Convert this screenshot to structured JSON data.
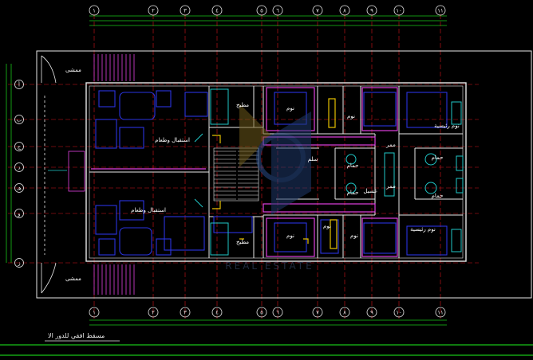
{
  "drawing": {
    "title": "مسقط افقي للدور الا",
    "watermark": "REAL ESTATE",
    "colors": {
      "background": "#000000",
      "wall": "#e8e8e8",
      "axis": "#d4141c",
      "dimension": "#18c418",
      "furniture": "#2a34e0",
      "fixture": "#20c8c8",
      "partition": "#e040e0",
      "accent": "#e6c000",
      "text": "#ffffff"
    }
  },
  "axes": {
    "top": [
      "١",
      "٢",
      "٣",
      "٤",
      "٥",
      "٦",
      "٧",
      "٨",
      "٩",
      "١٠",
      "١١"
    ],
    "bottom": [
      "١",
      "٢",
      "٣",
      "٤",
      "٥",
      "٦",
      "٧",
      "٨",
      "٩",
      "١٠",
      "١١"
    ],
    "left": [
      "أ",
      "ب",
      "ج",
      "د",
      "هـ",
      "و",
      "ز"
    ]
  },
  "rooms": [
    {
      "id": "living-top",
      "label": "استقبال وطعام"
    },
    {
      "id": "living-bottom",
      "label": "استقبال وطعام"
    },
    {
      "id": "kitchen-top",
      "label": "مطبخ"
    },
    {
      "id": "kitchen-bottom",
      "label": "مطبخ"
    },
    {
      "id": "bed-1",
      "label": "نوم"
    },
    {
      "id": "bed-2",
      "label": "نوم"
    },
    {
      "id": "bed-3",
      "label": "نوم"
    },
    {
      "id": "bed-4",
      "label": "نوم"
    },
    {
      "id": "bed-5",
      "label": "نوم"
    },
    {
      "id": "master-top",
      "label": "نوم رئيسية"
    },
    {
      "id": "master-bottom",
      "label": "نوم رئيسية"
    },
    {
      "id": "bath-1",
      "label": "حمام"
    },
    {
      "id": "bath-2",
      "label": "حمام"
    },
    {
      "id": "bath-3",
      "label": "حمام"
    },
    {
      "id": "bath-4",
      "label": "حمام"
    },
    {
      "id": "corridor-1",
      "label": "ممر"
    },
    {
      "id": "corridor-2",
      "label": "ممر"
    },
    {
      "id": "laundry",
      "label": "غسيل"
    },
    {
      "id": "stairs",
      "label": "سلم"
    },
    {
      "id": "terrace-top",
      "label": "ممشى"
    },
    {
      "id": "terrace-bottom",
      "label": "ممشى"
    }
  ]
}
